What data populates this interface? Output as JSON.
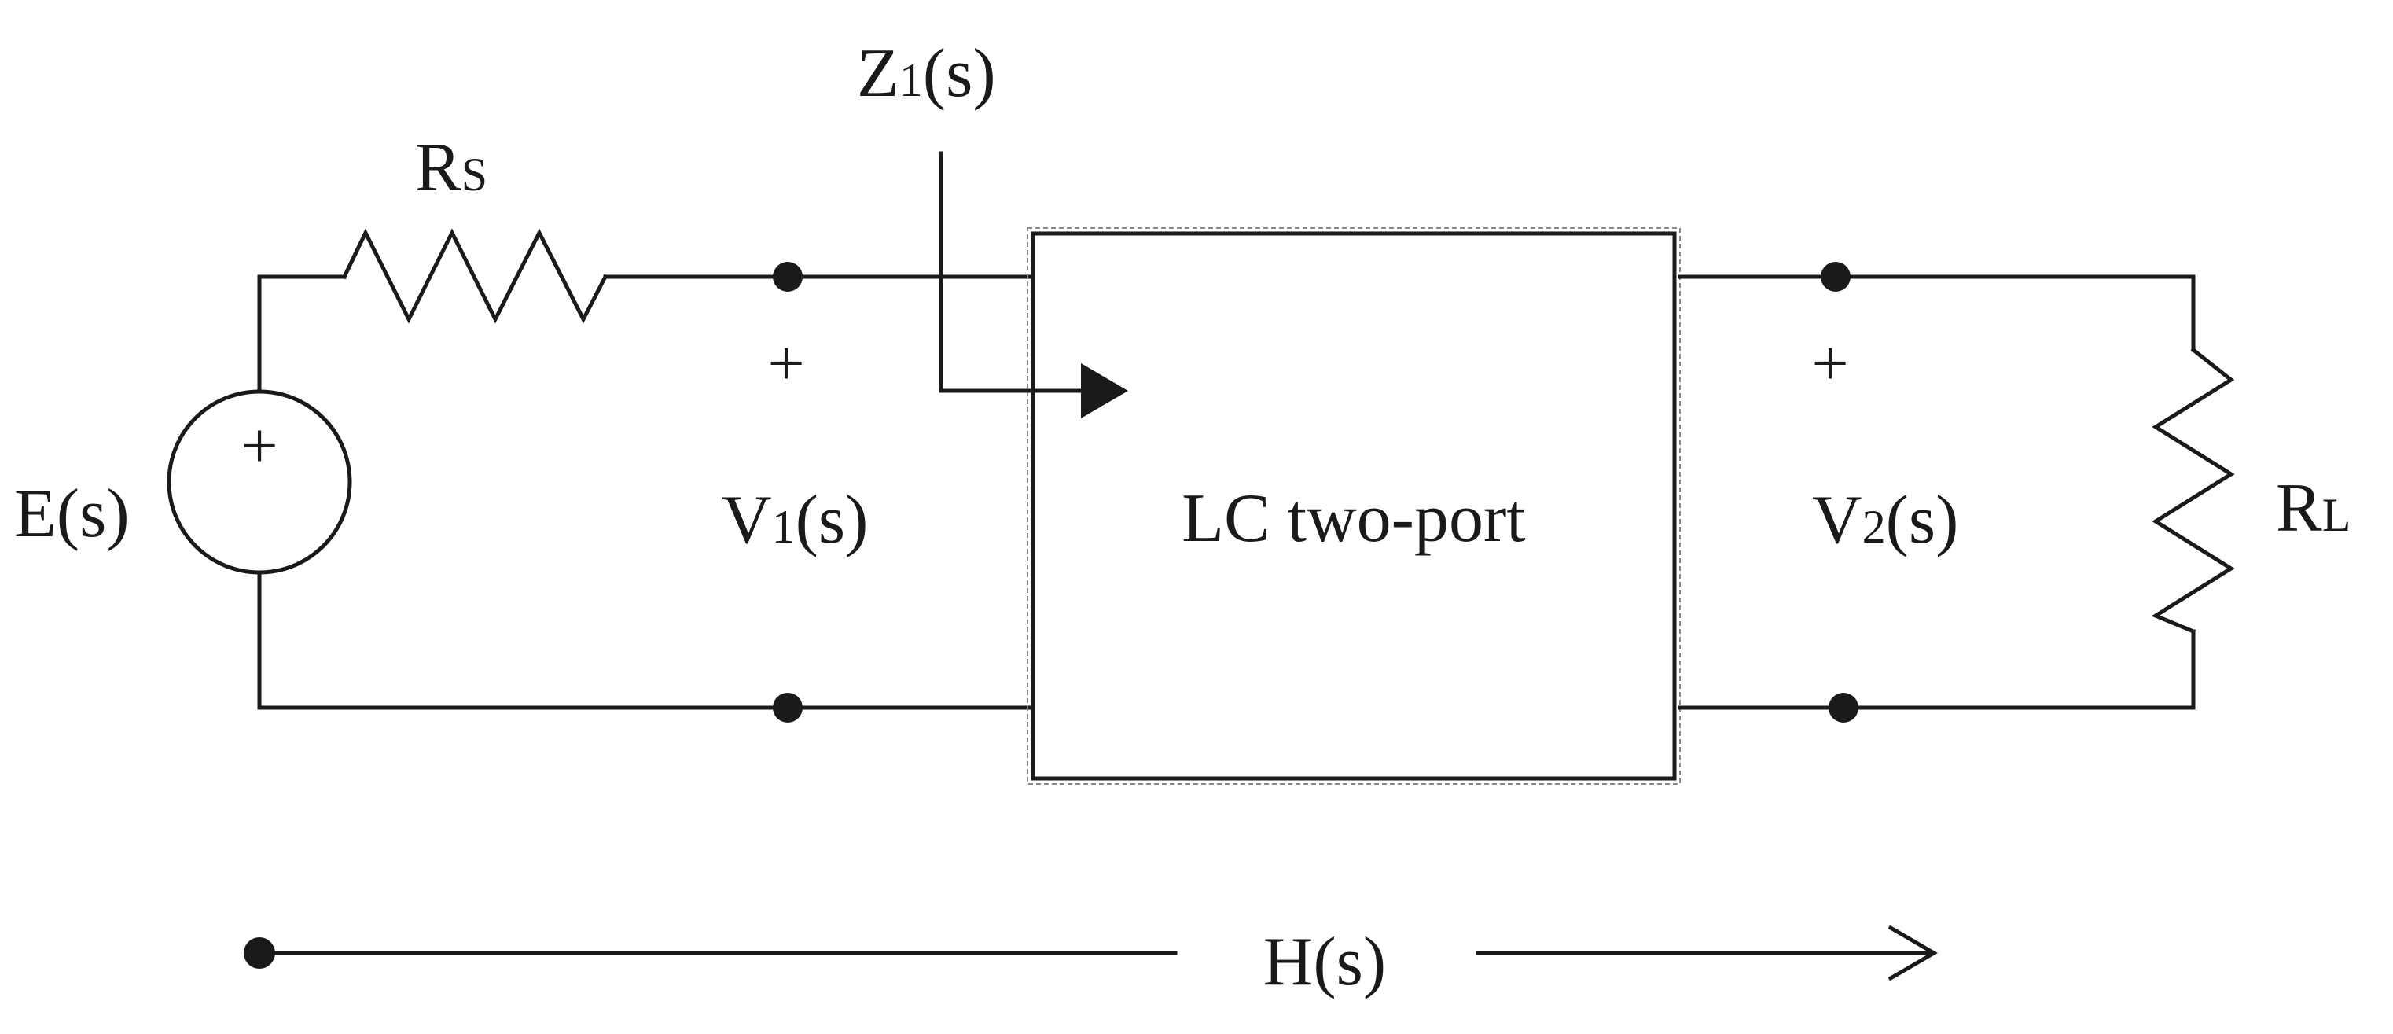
{
  "diagram": {
    "source": {
      "name": "E",
      "args": "(s)",
      "polarity": "+"
    },
    "source_resistor": {
      "name": "R",
      "sub": "S"
    },
    "input_impedance": {
      "name": "Z",
      "sub": "1",
      "args": "(s)"
    },
    "input_port": {
      "polarity": "+",
      "name": "V",
      "sub": "1",
      "args": "(s)"
    },
    "two_port": {
      "label": "LC two-port"
    },
    "output_port": {
      "polarity": "+",
      "name": "V",
      "sub": "2",
      "args": "(s)"
    },
    "load_resistor": {
      "name": "R",
      "sub": "L"
    },
    "transfer": {
      "label": "H(s)"
    }
  }
}
